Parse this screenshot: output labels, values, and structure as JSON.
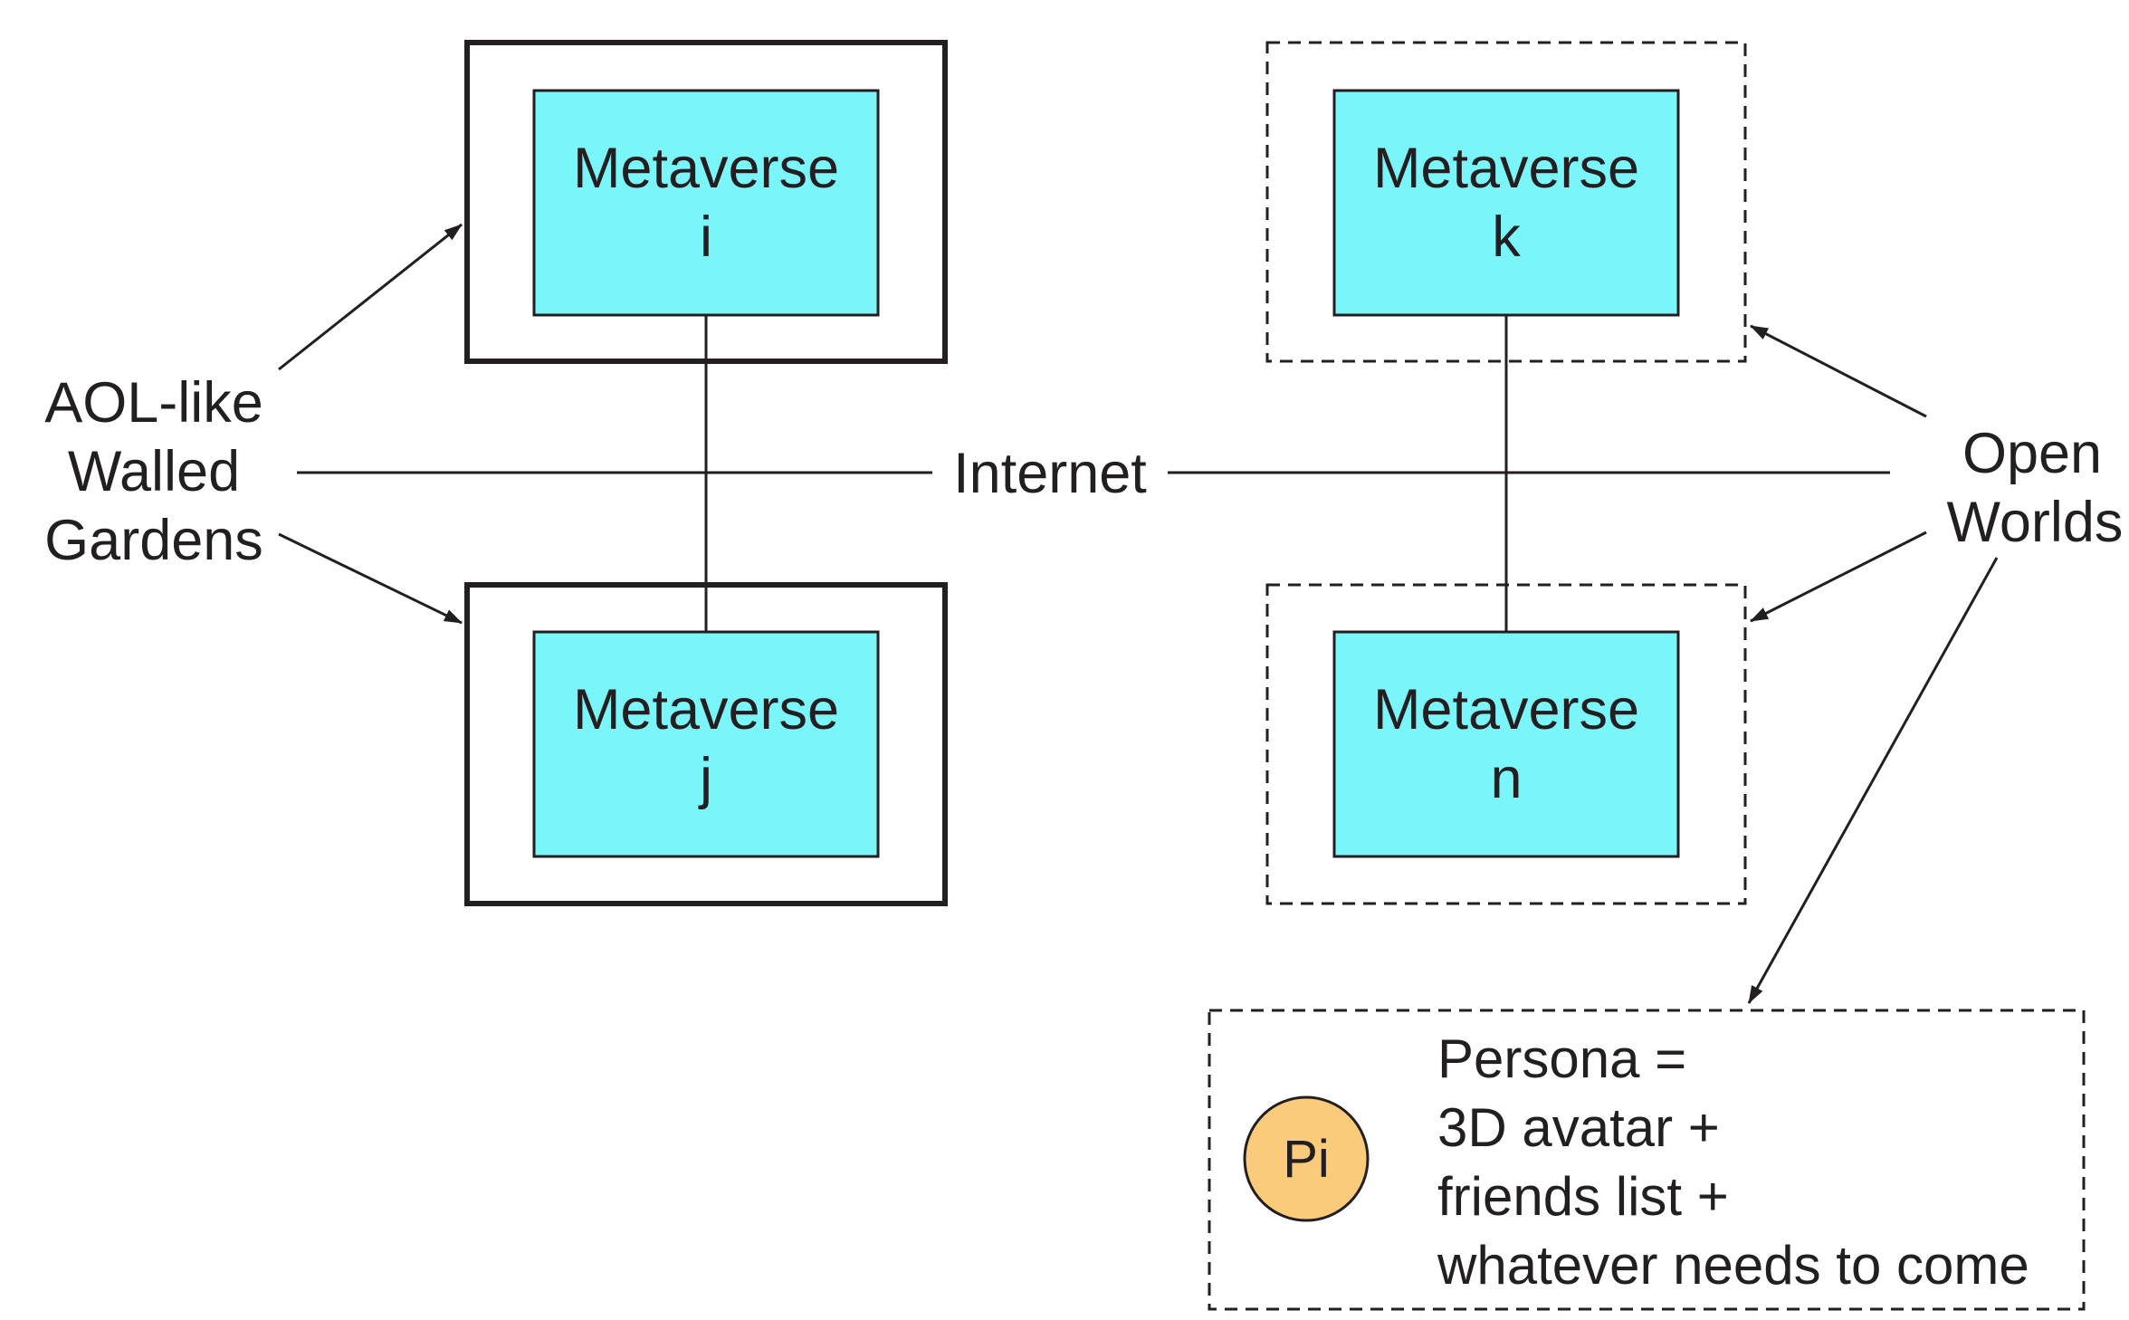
{
  "colors": {
    "metaverse_fill": "#7af6fb",
    "persona_fill": "#fbcb7c",
    "stroke": "#231f20"
  },
  "walled_gardens": {
    "label_line1": "AOL-like",
    "label_line2": "Walled",
    "label_line3": "Gardens"
  },
  "open_worlds": {
    "label_line1": "Open",
    "label_line2": "Worlds"
  },
  "internet": {
    "label": "Internet"
  },
  "metaverses": {
    "i": {
      "line1": "Metaverse",
      "line2": "i"
    },
    "j": {
      "line1": "Metaverse",
      "line2": "j"
    },
    "k": {
      "line1": "Metaverse",
      "line2": "k"
    },
    "n": {
      "line1": "Metaverse",
      "line2": "n"
    }
  },
  "persona": {
    "badge": "Pi",
    "line1": "Persona =",
    "line2": "3D avatar +",
    "line3": "friends list +",
    "line4": "whatever needs to come"
  }
}
